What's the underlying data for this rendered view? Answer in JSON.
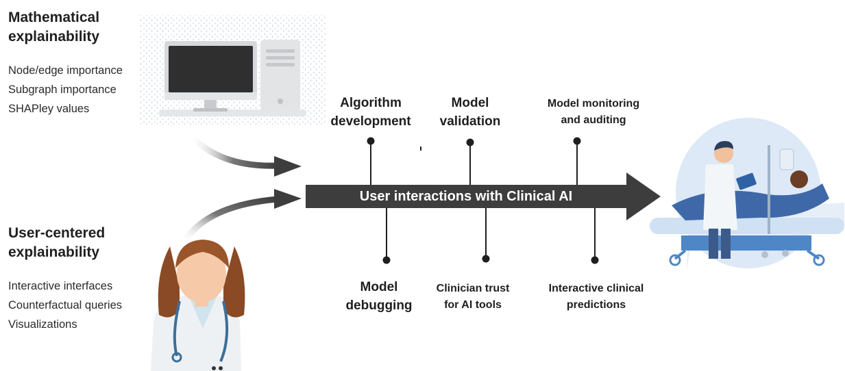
{
  "mathematical": {
    "title_line1": "Mathematical",
    "title_line2": "explainability",
    "items": [
      "Node/edge importance",
      "Subgraph importance",
      "SHAPley values"
    ]
  },
  "user_centered": {
    "title_line1": "User-centered",
    "title_line2": "explainability",
    "items": [
      "Interactive interfaces",
      "Counterfactual queries",
      "Visualizations"
    ]
  },
  "main_arrow_label": "User interactions with Clinical AI",
  "top_labels": [
    {
      "line1": "Algorithm",
      "line2": "development"
    },
    {
      "line1": "Model",
      "line2": "validation"
    },
    {
      "line1": "Model monitoring",
      "line2": "and auditing"
    }
  ],
  "bottom_labels": [
    {
      "line1": "Model",
      "line2": "debugging"
    },
    {
      "line1": "Clinician trust",
      "line2": "for AI tools"
    },
    {
      "line1": "Interactive clinical",
      "line2": "predictions"
    }
  ],
  "colors": {
    "arrow": "#3d3d3d",
    "hospital_blue": "#4f86c6",
    "hospital_light": "#cfe1f3"
  },
  "icons": [
    "computer-illustration",
    "doctor-illustration",
    "hospital-bed-illustration"
  ]
}
